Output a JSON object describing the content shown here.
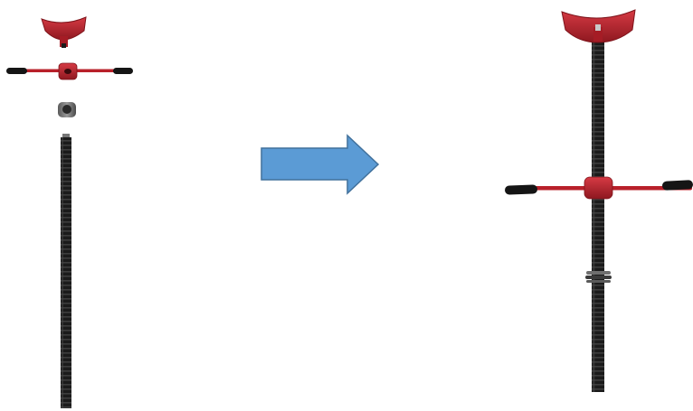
{
  "scene": {
    "left_group": "disassembled-jack-parts",
    "right_group": "assembled-jack",
    "arrow_direction": "right"
  },
  "colors": {
    "background": "#ffffff",
    "red_part": "#b8202a",
    "red_dark": "#7e141b",
    "red_light": "#d63a44",
    "thread": "#1b1b1b",
    "thread_highlight": "#4a4a4a",
    "grip": "#151515",
    "arrow_fill": "#5b9bd5",
    "arrow_stroke": "#41719c",
    "washer": "#6e6e6e"
  }
}
